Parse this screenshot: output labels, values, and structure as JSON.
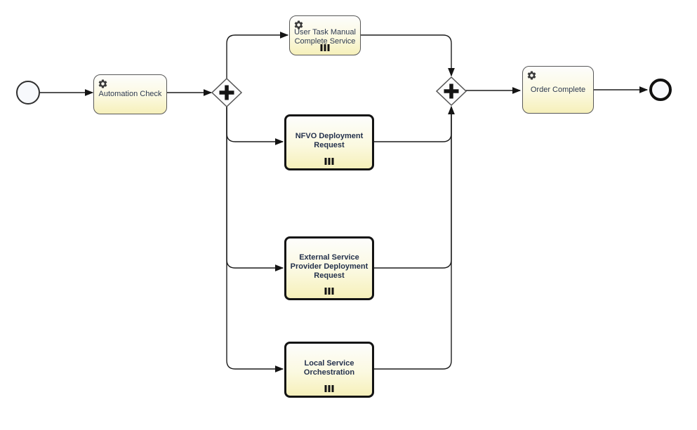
{
  "diagram": {
    "kind": "bpmn-process-diagram",
    "nodes": {
      "start": {
        "type": "start-event",
        "label": ""
      },
      "automation_check": {
        "type": "service-task",
        "label": "Automation Check",
        "icon": "gear-icon"
      },
      "split_gateway": {
        "type": "parallel-gateway",
        "symbol": "+"
      },
      "user_task_manual": {
        "type": "service-task",
        "label": "User Task Manual Complete Service",
        "icon": "gear-icon",
        "marker": "parallel-multi-instance"
      },
      "nfvo_deployment": {
        "type": "call-activity",
        "label": "NFVO Deployment Request",
        "marker": "parallel-multi-instance"
      },
      "external_provider": {
        "type": "call-activity",
        "label": "External Service Provider Deployment Request",
        "marker": "parallel-multi-instance"
      },
      "local_orchestration": {
        "type": "call-activity",
        "label": "Local Service Orchestration",
        "marker": "parallel-multi-instance"
      },
      "join_gateway": {
        "type": "parallel-gateway",
        "symbol": "+"
      },
      "order_complete": {
        "type": "service-task",
        "label": "Order Complete",
        "icon": "gear-icon"
      },
      "end": {
        "type": "end-event",
        "label": ""
      }
    },
    "colors": {
      "canvas_bg": "#ffffff",
      "task_fill_top": "#fdfdfc",
      "task_fill_bottom": "#f6f0ba",
      "task_border": "#585858",
      "call_activity_border": "#131313",
      "text": "#2e3a50",
      "connector": "#1c1c1c",
      "event_fill": "#f7f9fc"
    }
  }
}
